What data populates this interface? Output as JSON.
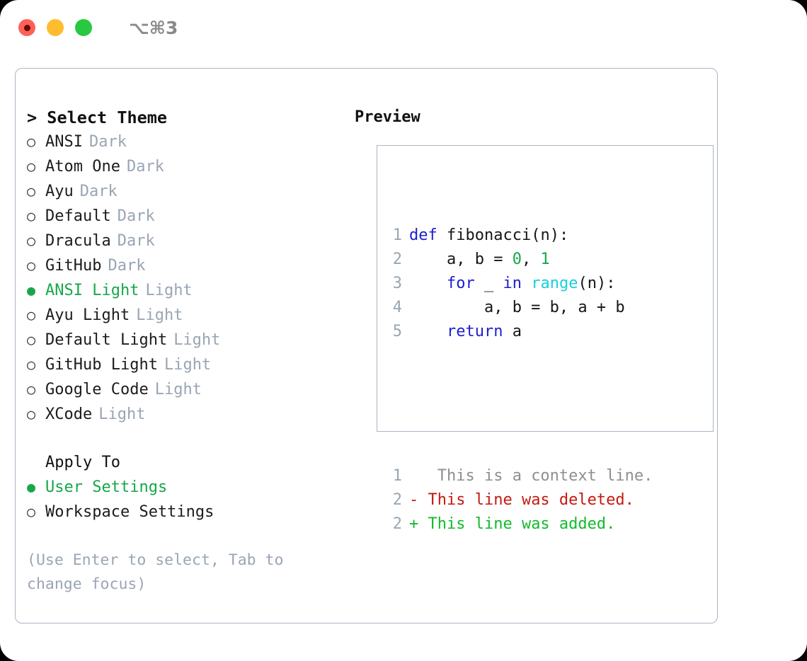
{
  "titlebar": {
    "shortcut": "⌥⌘3",
    "lights": [
      "close-red",
      "minimize-yellow",
      "maximize-green"
    ]
  },
  "theme_panel": {
    "header": "> Select Theme",
    "items": [
      {
        "bullet": "○",
        "name": "ANSI",
        "mode": "Dark",
        "selected": false
      },
      {
        "bullet": "○",
        "name": "Atom One",
        "mode": "Dark",
        "selected": false
      },
      {
        "bullet": "○",
        "name": "Ayu",
        "mode": "Dark",
        "selected": false
      },
      {
        "bullet": "○",
        "name": "Default",
        "mode": "Dark",
        "selected": false
      },
      {
        "bullet": "○",
        "name": "Dracula",
        "mode": "Dark",
        "selected": false
      },
      {
        "bullet": "○",
        "name": "GitHub",
        "mode": "Dark",
        "selected": false
      },
      {
        "bullet": "●",
        "name": "ANSI Light",
        "mode": "Light",
        "selected": true
      },
      {
        "bullet": "○",
        "name": "Ayu Light",
        "mode": "Light",
        "selected": false
      },
      {
        "bullet": "○",
        "name": "Default Light",
        "mode": "Light",
        "selected": false
      },
      {
        "bullet": "○",
        "name": "GitHub Light",
        "mode": "Light",
        "selected": false
      },
      {
        "bullet": "○",
        "name": "Google Code",
        "mode": "Light",
        "selected": false
      },
      {
        "bullet": "○",
        "name": "XCode",
        "mode": "Light",
        "selected": false
      }
    ]
  },
  "apply_to": {
    "label": "Apply To",
    "items": [
      {
        "bullet": "●",
        "name": "User Settings",
        "selected": true
      },
      {
        "bullet": "○",
        "name": "Workspace Settings",
        "selected": false
      }
    ]
  },
  "hint": "(Use Enter to select, Tab to change focus)",
  "preview": {
    "header": "Preview",
    "code_lines": [
      {
        "no": "1",
        "tokens": [
          {
            "t": "def",
            "c": "kw"
          },
          {
            "t": " ",
            "c": "id"
          },
          {
            "t": "fibonacci(n):",
            "c": "id"
          }
        ]
      },
      {
        "no": "2",
        "tokens": [
          {
            "t": "    a, b = ",
            "c": "id"
          },
          {
            "t": "0",
            "c": "num"
          },
          {
            "t": ", ",
            "c": "id"
          },
          {
            "t": "1",
            "c": "num"
          }
        ]
      },
      {
        "no": "3",
        "tokens": [
          {
            "t": "    ",
            "c": "id"
          },
          {
            "t": "for",
            "c": "kw"
          },
          {
            "t": " _ ",
            "c": "id"
          },
          {
            "t": "in",
            "c": "kw"
          },
          {
            "t": " ",
            "c": "id"
          },
          {
            "t": "range",
            "c": "fn"
          },
          {
            "t": "(n):",
            "c": "id"
          }
        ]
      },
      {
        "no": "4",
        "tokens": [
          {
            "t": "        a, b = b, a + b",
            "c": "id"
          }
        ]
      },
      {
        "no": "5",
        "tokens": [
          {
            "t": "    ",
            "c": "id"
          },
          {
            "t": "return",
            "c": "kw"
          },
          {
            "t": " a",
            "c": "id"
          }
        ]
      }
    ],
    "diff_lines": [
      {
        "no": "1",
        "marker": " ",
        "text": "  This is a context line.",
        "c": "ctx"
      },
      {
        "no": "2",
        "marker": "-",
        "text": " This line was deleted.",
        "c": "del"
      },
      {
        "no": "2",
        "marker": "+",
        "text": " This line was added.",
        "c": "add"
      }
    ]
  },
  "colors": {
    "accent_green": "#17a74a",
    "muted": "#9aa5b4",
    "border": "#aab4c2",
    "keyword_blue": "#1d1dd2",
    "function_cyan": "#17d0da",
    "number_green": "#17a74a",
    "diff_delete_red": "#c41a0f",
    "diff_add_green": "#12bb2c",
    "light_red": "#ff5f57",
    "light_yellow": "#febc2e",
    "light_green": "#28c840"
  }
}
